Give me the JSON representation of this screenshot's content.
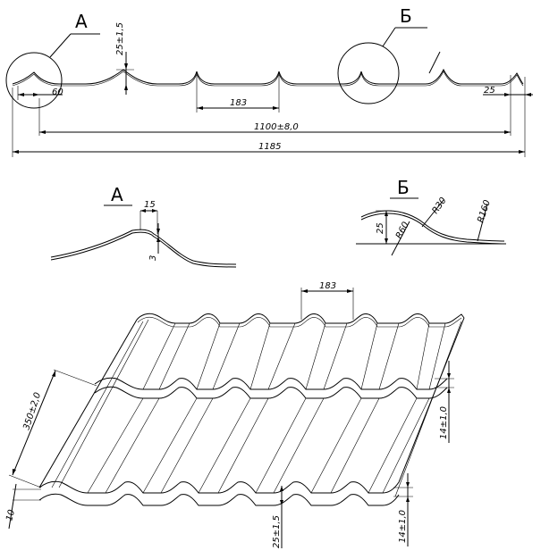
{
  "drawing": {
    "profile_view": {
      "detail_a_callout": "А",
      "detail_b_callout": "Б",
      "wave_height": "25±1,5",
      "edge_overhang": "60",
      "wave_pitch": "183",
      "right_edge": "25",
      "useful_width": "1100±8,0",
      "total_width": "1185"
    },
    "detail_a": {
      "title": "А",
      "step_width": "15",
      "step_height": "3"
    },
    "detail_b": {
      "title": "Б",
      "radius_top": "R30",
      "radius_bottom": "R160",
      "height": "25",
      "radius_left": "R60"
    },
    "sheet_view": {
      "wave_pitch": "183",
      "step_length": "350±2,0",
      "step_depth_right": "14±1,0",
      "step_offset_left": "10",
      "wave_height_bottom": "25±1,5",
      "step_depth_bottom": "14±1,0"
    }
  }
}
